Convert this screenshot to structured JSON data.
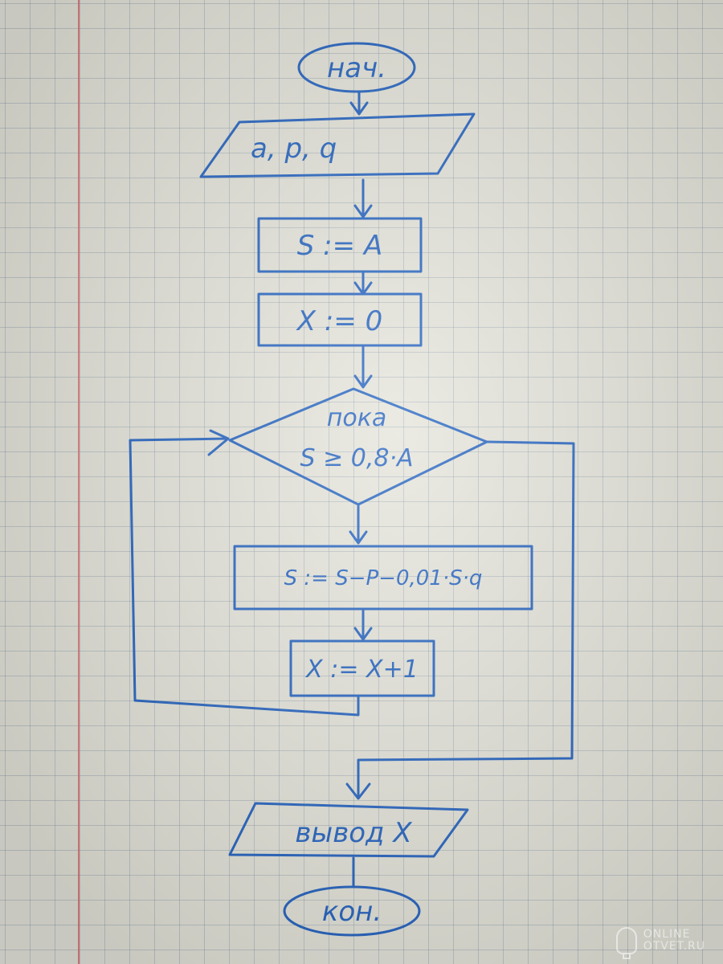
{
  "flowchart": {
    "start": "нач.",
    "input": "a, p, q",
    "assign_s": "S := A",
    "assign_x": "X := 0",
    "loop_keyword": "пока",
    "loop_condition": "S ≥ 0,8·A",
    "update_s": "S := S−P−0,01·S·q",
    "increment_x": "X := X+1",
    "output": "вывод  X",
    "end": "кон."
  },
  "watermark": {
    "line1": "ONLINE",
    "line2": "OTVET.RU"
  },
  "colors": {
    "ink": "#1f5fbf",
    "paper": "#e4e4da",
    "margin": "#e06b6b"
  }
}
